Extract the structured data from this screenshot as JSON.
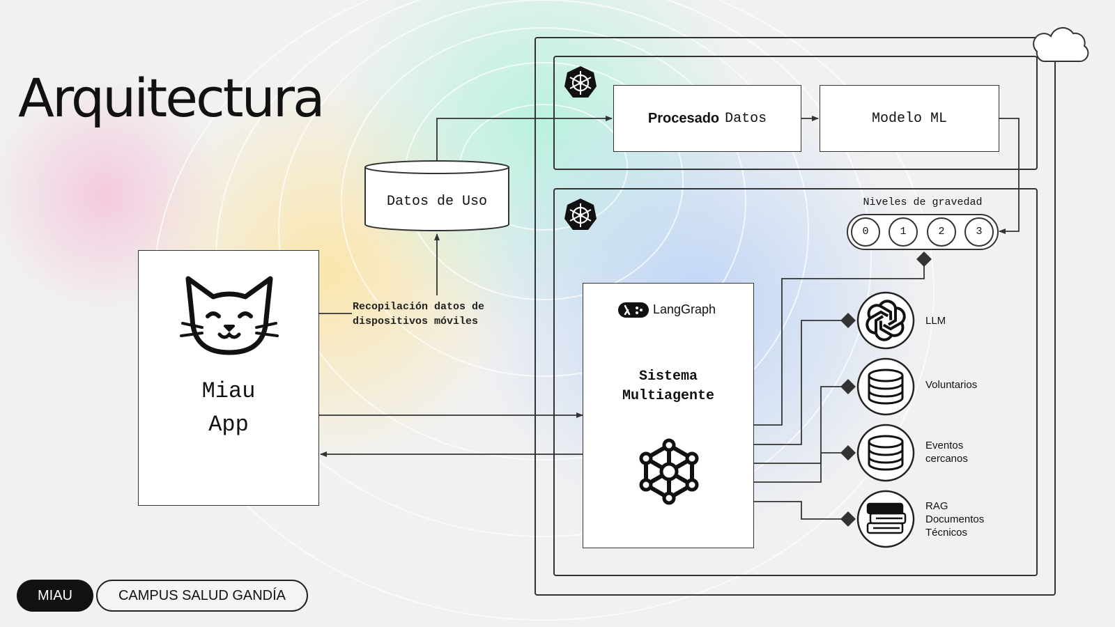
{
  "slide": {
    "title": "Arquitectura",
    "footer": {
      "brand": "MIAU",
      "campus": "CAMPUS SALUD GANDÍA"
    }
  },
  "app": {
    "name_line1": "Miau",
    "name_line2": "App"
  },
  "collection_caption": {
    "line1": "Recopilación datos de",
    "line2": "dispositivos móviles"
  },
  "usage_store": {
    "label": "Datos de Uso"
  },
  "pipeline": {
    "processing": {
      "word1": "Procesado",
      "word2": "Datos"
    },
    "model": {
      "label": "Modelo ML"
    }
  },
  "severity": {
    "title": "Niveles de gravedad",
    "levels": [
      "0",
      "1",
      "2",
      "3"
    ]
  },
  "agent_system": {
    "framework": "LangGraph",
    "title_line1": "Sistema",
    "title_line2": "Multiagente"
  },
  "tools": [
    {
      "icon": "openai-icon",
      "lines": [
        "LLM"
      ]
    },
    {
      "icon": "database-icon",
      "lines": [
        "Voluntarios"
      ]
    },
    {
      "icon": "database-icon",
      "lines": [
        "Eventos",
        "cercanos"
      ]
    },
    {
      "icon": "books-icon",
      "lines": [
        "RAG",
        "Documentos",
        "Técnicos"
      ]
    }
  ],
  "icons": [
    "cloud-icon",
    "kubernetes-icon",
    "cat-icon",
    "network-icon",
    "langgraph-logo-icon"
  ],
  "colors": {
    "line": "#333333",
    "text": "#111111",
    "footer_dark": "#111111"
  }
}
